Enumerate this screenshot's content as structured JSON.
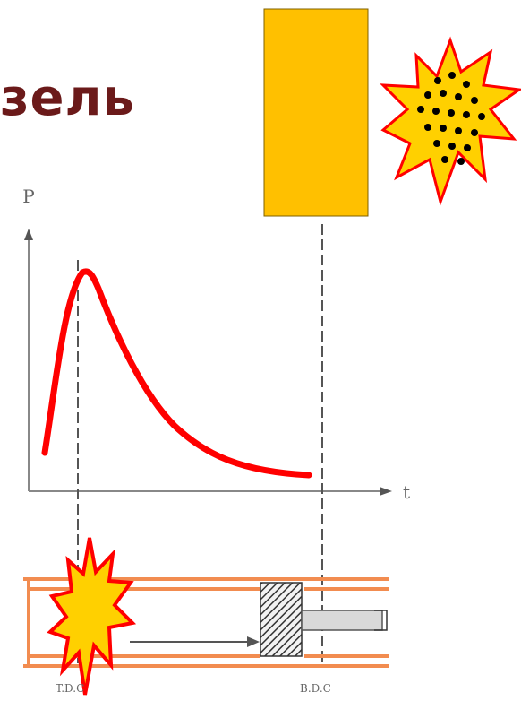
{
  "title": "зель",
  "axes": {
    "y_label": "P",
    "x_label": "t"
  },
  "markers": {
    "tdc": "T.D.C",
    "bdc": "B.D.C"
  },
  "colors": {
    "title": "#6b1a1a",
    "curve": "#ff0000",
    "cylinder": "#f28c50",
    "fuel_block": "#ffc000",
    "explosion_fill": "#ffd000",
    "explosion_outline": "#ff0000",
    "piston_hatch": "#333333",
    "axis": "#888888"
  },
  "icons": [
    "explosion-icon",
    "fuel-particles-icon",
    "piston-icon",
    "arrow-icon"
  ]
}
